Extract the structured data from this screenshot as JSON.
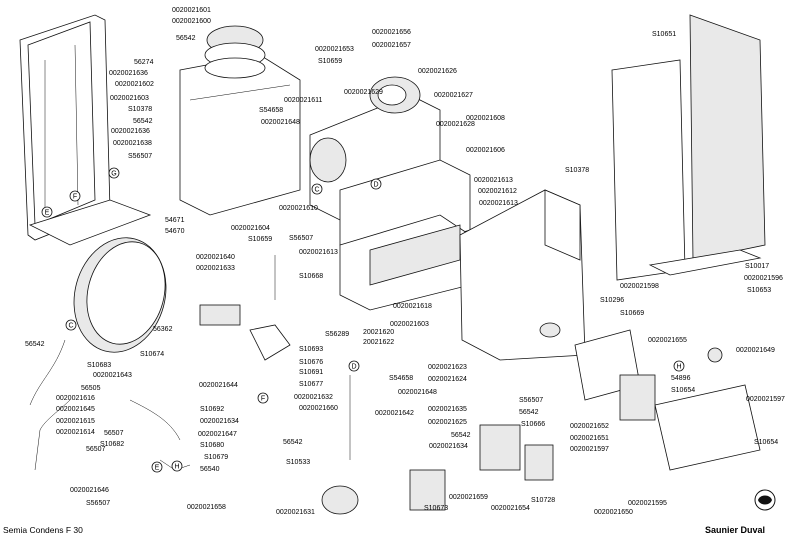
{
  "footer": {
    "model": "Semia Condens F 30",
    "brand": "Saunier Duval"
  },
  "callouts": [
    "C",
    "D",
    "E",
    "F",
    "G",
    "H",
    "D",
    "E",
    "F",
    "H"
  ],
  "labels": [
    "0020021601",
    "0020021600",
    "56542",
    "56274",
    "0020021636",
    "0020021602",
    "0020021603",
    "S10378",
    "56542",
    "0020021636",
    "0020021638",
    "S56507",
    "54671",
    "54670",
    "0020021656",
    "0020021657",
    "0020021653",
    "S10659",
    "S54658",
    "0020021648",
    "0020021626",
    "0020021629",
    "0020021611",
    "0020021627",
    "0020021628",
    "0020021608",
    "0020021606",
    "0020021613",
    "0020021612",
    "0020021613",
    "S10378",
    "S10651",
    "0020021610",
    "0020021604",
    "S10659",
    "S56507",
    "0020021640",
    "0020021633",
    "0020021613",
    "S10668",
    "0020021618",
    "0020021603",
    "20021620",
    "20021622",
    "S56289",
    "0020021598",
    "S10296",
    "S10669",
    "S10017",
    "0020021596",
    "S10653",
    "56362",
    "S10674",
    "S10693",
    "S10676",
    "S10691",
    "S10677",
    "0020021643",
    "56542",
    "S10683",
    "0020021616",
    "0020021645",
    "0020021615",
    "0020021614",
    "56505",
    "56507",
    "0020021644",
    "S10692",
    "0020021634",
    "0020021647",
    "S10680",
    "S10679",
    "56540",
    "56507",
    "S10682",
    "0020021632",
    "0020021660",
    "56542",
    "S54658",
    "0020021648",
    "0020021623",
    "0020021624",
    "0020021642",
    "S56507",
    "56542",
    "0020021635",
    "0020021625",
    "S10666",
    "56542",
    "0020021634",
    "0020021655",
    "0020021649",
    "54896",
    "S10654",
    "0020021597",
    "0020021652",
    "0020021651",
    "0020021597",
    "S10654",
    "0020021646",
    "S56507",
    "0020021658",
    "S10533",
    "0020021631",
    "0020021659",
    "S10673",
    "0020021654",
    "S10728",
    "0020021595",
    "0020021650"
  ]
}
